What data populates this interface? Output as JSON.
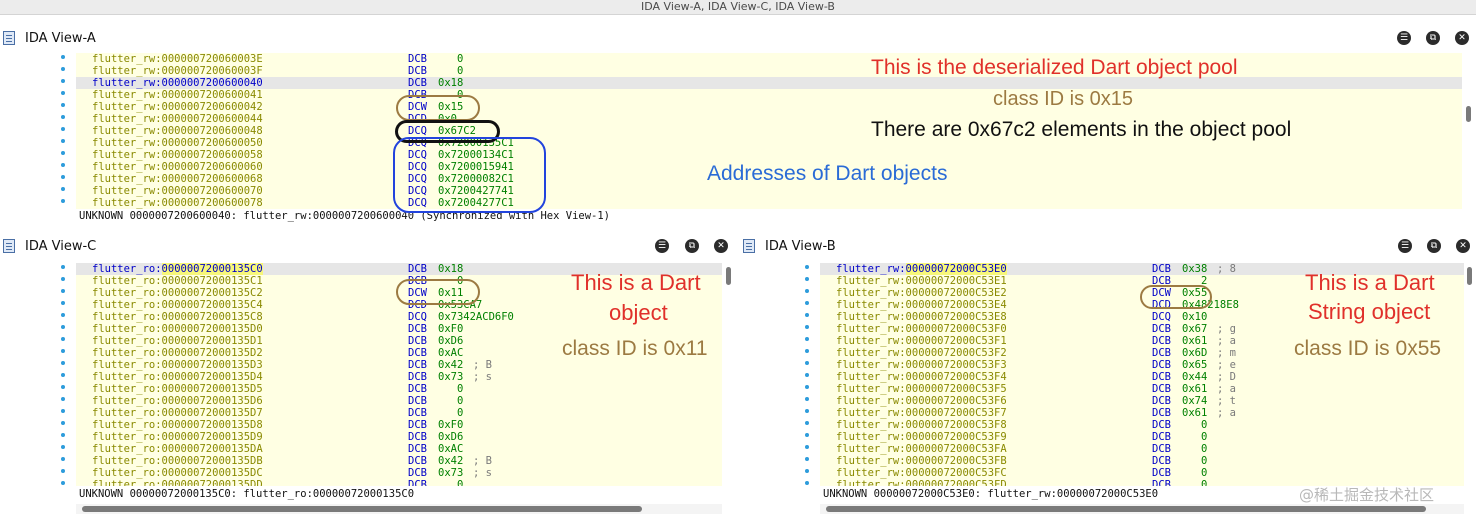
{
  "window": {
    "title": "IDA View-A, IDA View-C, IDA View-B"
  },
  "colors": {
    "red_annotation": "#e0302a",
    "brown_annotation": "#9c7a42",
    "blue_annotation": "#2a6bd6",
    "black_annotation": "#111111",
    "listing_bg": "#ffffe3"
  },
  "icons": {
    "view_icon": "ida-view-icon",
    "menu_icon": "panel-menu-icon",
    "restore_icon": "panel-restore-icon",
    "close_icon": "panel-close-icon"
  },
  "view_a": {
    "title": "IDA View-A",
    "rows": [
      {
        "addr": "flutter_rw:000000720060003E",
        "mn": "DCB",
        "op": "   0"
      },
      {
        "addr": "flutter_rw:000000720060003F",
        "mn": "DCB",
        "op": "   0"
      },
      {
        "addr": "flutter_rw:0000007200600040",
        "mn": "DCB",
        "op": "0x18",
        "cur": true
      },
      {
        "addr": "flutter_rw:0000007200600041",
        "mn": "DCB",
        "op": "   0"
      },
      {
        "addr": "flutter_rw:0000007200600042",
        "mn": "DCW",
        "op": "0x15"
      },
      {
        "addr": "flutter_rw:0000007200600044",
        "mn": "DCD",
        "op": "0x0"
      },
      {
        "addr": "flutter_rw:0000007200600048",
        "mn": "DCQ",
        "op": "0x67C2"
      },
      {
        "addr": "flutter_rw:0000007200600050",
        "mn": "DCQ",
        "op": "0x72000135C1"
      },
      {
        "addr": "flutter_rw:0000007200600058",
        "mn": "DCQ",
        "op": "0x72000134C1"
      },
      {
        "addr": "flutter_rw:0000007200600060",
        "mn": "DCQ",
        "op": "0x7200015941"
      },
      {
        "addr": "flutter_rw:0000007200600068",
        "mn": "DCQ",
        "op": "0x72000082C1"
      },
      {
        "addr": "flutter_rw:0000007200600070",
        "mn": "DCQ",
        "op": "0x7200427741"
      },
      {
        "addr": "flutter_rw:0000007200600078",
        "mn": "DCQ",
        "op": "0x72004277C1"
      }
    ],
    "status": "UNKNOWN 0000007200600040: flutter_rw:0000007200600040 (Synchronized with Hex View-1)",
    "annotations": {
      "pool": "This is the deserialized Dart object pool",
      "classid": "class ID is 0x15",
      "elements": "There are 0x67c2 elements in the object pool",
      "addresses": "Addresses of Dart objects"
    }
  },
  "view_c": {
    "title": "IDA View-C",
    "rows": [
      {
        "seg": "flutter_ro:",
        "addr": "00000072000135C0",
        "mn": "DCB",
        "op": "0x18",
        "cur": true
      },
      {
        "seg": "flutter_ro:",
        "addr": "00000072000135C1",
        "mn": "DCB",
        "op": "   0"
      },
      {
        "seg": "flutter_ro:",
        "addr": "00000072000135C2",
        "mn": "DCW",
        "op": "0x11"
      },
      {
        "seg": "flutter_ro:",
        "addr": "00000072000135C4",
        "mn": "DCD",
        "op": "0x53CA7"
      },
      {
        "seg": "flutter_ro:",
        "addr": "00000072000135C8",
        "mn": "DCQ",
        "op": "0x7342ACD6F0"
      },
      {
        "seg": "flutter_ro:",
        "addr": "00000072000135D0",
        "mn": "DCB",
        "op": "0xF0"
      },
      {
        "seg": "flutter_ro:",
        "addr": "00000072000135D1",
        "mn": "DCB",
        "op": "0xD6"
      },
      {
        "seg": "flutter_ro:",
        "addr": "00000072000135D2",
        "mn": "DCB",
        "op": "0xAC"
      },
      {
        "seg": "flutter_ro:",
        "addr": "00000072000135D3",
        "mn": "DCB",
        "op": "0x42",
        "cm": "; B"
      },
      {
        "seg": "flutter_ro:",
        "addr": "00000072000135D4",
        "mn": "DCB",
        "op": "0x73",
        "cm": "; s"
      },
      {
        "seg": "flutter_ro:",
        "addr": "00000072000135D5",
        "mn": "DCB",
        "op": "   0"
      },
      {
        "seg": "flutter_ro:",
        "addr": "00000072000135D6",
        "mn": "DCB",
        "op": "   0"
      },
      {
        "seg": "flutter_ro:",
        "addr": "00000072000135D7",
        "mn": "DCB",
        "op": "   0"
      },
      {
        "seg": "flutter_ro:",
        "addr": "00000072000135D8",
        "mn": "DCB",
        "op": "0xF0"
      },
      {
        "seg": "flutter_ro:",
        "addr": "00000072000135D9",
        "mn": "DCB",
        "op": "0xD6"
      },
      {
        "seg": "flutter_ro:",
        "addr": "00000072000135DA",
        "mn": "DCB",
        "op": "0xAC"
      },
      {
        "seg": "flutter_ro:",
        "addr": "00000072000135DB",
        "mn": "DCB",
        "op": "0x42",
        "cm": "; B"
      },
      {
        "seg": "flutter_ro:",
        "addr": "00000072000135DC",
        "mn": "DCB",
        "op": "0x73",
        "cm": "; s"
      },
      {
        "seg": "flutter_ro:",
        "addr": "00000072000135DD",
        "mn": "DCB",
        "op": "   0"
      }
    ],
    "status": "UNKNOWN 00000072000135C0: flutter_ro:00000072000135C0",
    "annotations": {
      "line1": "This is a Dart",
      "line2": "object",
      "classid": "class ID is 0x11"
    }
  },
  "view_b": {
    "title": "IDA View-B",
    "rows": [
      {
        "seg": "flutter_rw:",
        "addr": "00000072000C53E0",
        "mn": "DCB",
        "op": "0x38",
        "cm": "; 8",
        "cur": true
      },
      {
        "seg": "flutter_rw:",
        "addr": "00000072000C53E1",
        "mn": "DCB",
        "op": "   2"
      },
      {
        "seg": "flutter_rw:",
        "addr": "00000072000C53E2",
        "mn": "DCW",
        "op": "0x55"
      },
      {
        "seg": "flutter_rw:",
        "addr": "00000072000C53E4",
        "mn": "DCD",
        "op": "0x48218E8"
      },
      {
        "seg": "flutter_rw:",
        "addr": "00000072000C53E8",
        "mn": "DCQ",
        "op": "0x10"
      },
      {
        "seg": "flutter_rw:",
        "addr": "00000072000C53F0",
        "mn": "DCB",
        "op": "0x67",
        "cm": "; g"
      },
      {
        "seg": "flutter_rw:",
        "addr": "00000072000C53F1",
        "mn": "DCB",
        "op": "0x61",
        "cm": "; a"
      },
      {
        "seg": "flutter_rw:",
        "addr": "00000072000C53F2",
        "mn": "DCB",
        "op": "0x6D",
        "cm": "; m"
      },
      {
        "seg": "flutter_rw:",
        "addr": "00000072000C53F3",
        "mn": "DCB",
        "op": "0x65",
        "cm": "; e"
      },
      {
        "seg": "flutter_rw:",
        "addr": "00000072000C53F4",
        "mn": "DCB",
        "op": "0x44",
        "cm": "; D"
      },
      {
        "seg": "flutter_rw:",
        "addr": "00000072000C53F5",
        "mn": "DCB",
        "op": "0x61",
        "cm": "; a"
      },
      {
        "seg": "flutter_rw:",
        "addr": "00000072000C53F6",
        "mn": "DCB",
        "op": "0x74",
        "cm": "; t"
      },
      {
        "seg": "flutter_rw:",
        "addr": "00000072000C53F7",
        "mn": "DCB",
        "op": "0x61",
        "cm": "; a"
      },
      {
        "seg": "flutter_rw:",
        "addr": "00000072000C53F8",
        "mn": "DCB",
        "op": "   0"
      },
      {
        "seg": "flutter_rw:",
        "addr": "00000072000C53F9",
        "mn": "DCB",
        "op": "   0"
      },
      {
        "seg": "flutter_rw:",
        "addr": "00000072000C53FA",
        "mn": "DCB",
        "op": "   0"
      },
      {
        "seg": "flutter_rw:",
        "addr": "00000072000C53FB",
        "mn": "DCB",
        "op": "   0"
      },
      {
        "seg": "flutter_rw:",
        "addr": "00000072000C53FC",
        "mn": "DCB",
        "op": "   0"
      },
      {
        "seg": "flutter_rw:",
        "addr": "00000072000C53FD",
        "mn": "DCB",
        "op": "   0"
      }
    ],
    "status": "UNKNOWN 00000072000C53E0: flutter_rw:00000072000C53E0",
    "annotations": {
      "line1": "This is a Dart",
      "line2": "String object",
      "classid": "class ID is 0x55"
    }
  },
  "watermark": "@稀土掘金技术社区"
}
